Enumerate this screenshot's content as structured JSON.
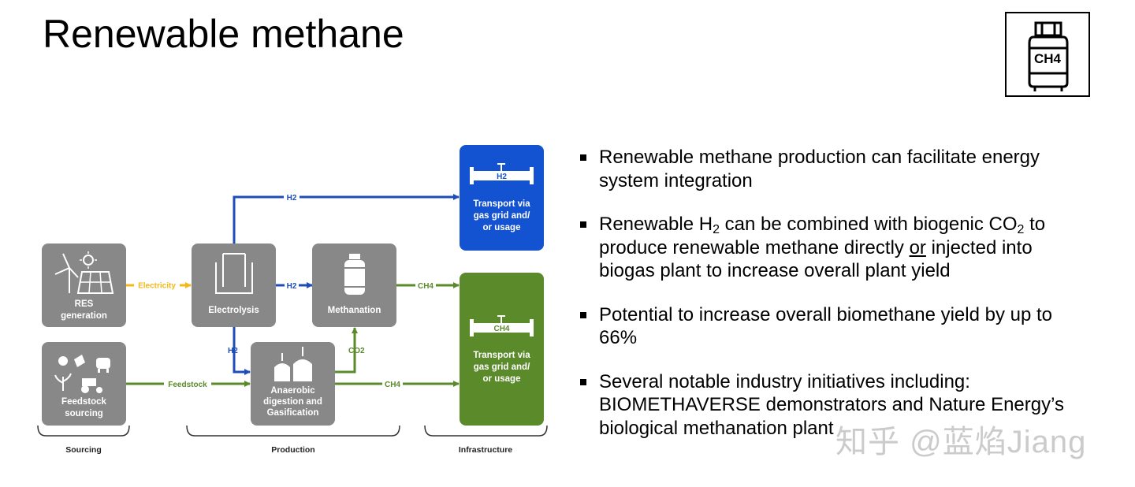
{
  "title": "Renewable methane",
  "logo": {
    "text": "CH4",
    "icon": "gas-cylinder-icon"
  },
  "nodes": {
    "res": {
      "line1": "RES",
      "line2": "generation"
    },
    "feedstock": {
      "line1": "Feedstock",
      "line2": "sourcing"
    },
    "electrolysis": {
      "line1": "Electrolysis"
    },
    "methanation": {
      "line1": "Methanation"
    },
    "anaerobic": {
      "line1": "Anaerobic",
      "line2": "digestion and",
      "line3": "Gasification"
    },
    "transport_h2": {
      "line1": "Transport via",
      "line2": "gas grid and/",
      "line3": "or usage",
      "pipe_label": "H2"
    },
    "transport_ch4": {
      "line1": "Transport via",
      "line2": "gas grid and/",
      "line3": "or usage",
      "pipe_label": "CH4"
    }
  },
  "flows": {
    "electricity": "Electricity",
    "h2_top": "H2",
    "h2_mid": "H2",
    "h2_down": "H2",
    "co2": "CO2",
    "ch4_top": "CH4",
    "ch4_bottom": "CH4",
    "feedstock": "Feedstock"
  },
  "stages": {
    "sourcing": "Sourcing",
    "production": "Production",
    "infrastructure": "Infrastructure"
  },
  "colors": {
    "box_gray": "#888888",
    "blue": "#1f4db8",
    "green": "#5b8a2a",
    "yellow": "#f3b81a",
    "transport_blue": "#1352d1"
  },
  "bullets": {
    "b1": "Renewable methane production can facilitate energy system integration",
    "b2_a": "Renewable H",
    "b2_sub1": "2",
    "b2_b": " can be combined with biogenic CO",
    "b2_sub2": "2",
    "b2_c": " to produce renewable methane directly ",
    "b2_or": "or",
    "b2_d": " injected into biogas plant to increase overall plant yield",
    "b3": "Potential to increase overall biomethane yield by up to 66%",
    "b4": "Several notable industry initiatives including: BIOMETHAVERSE demonstrators and Nature Energy’s biological methanation plant"
  },
  "watermark": "知乎 @蓝焰Jiang"
}
